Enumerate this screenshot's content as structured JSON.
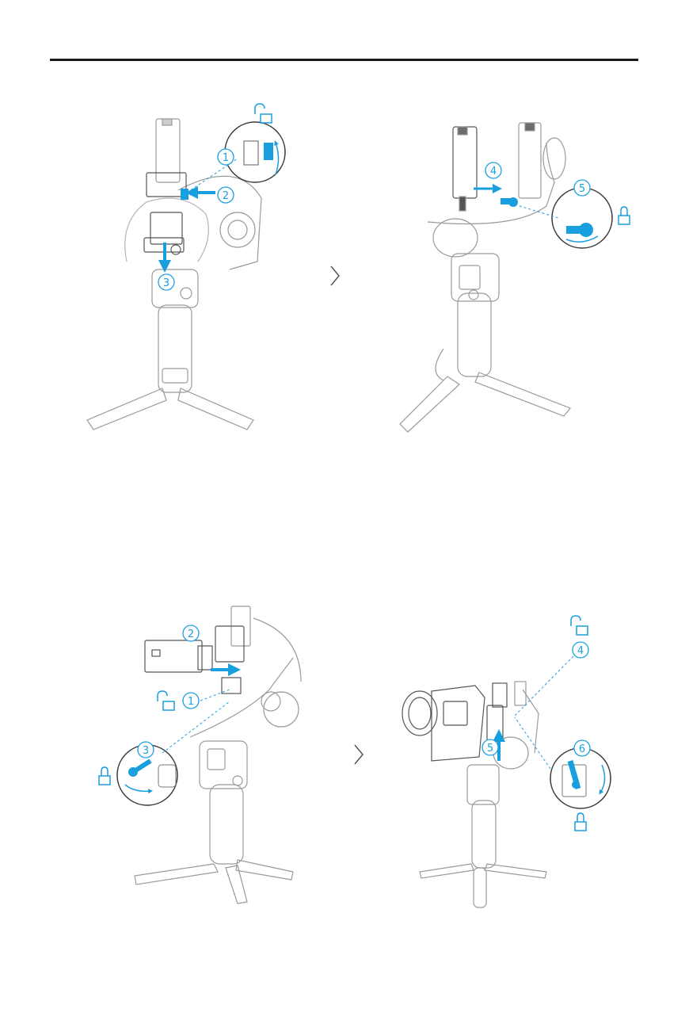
{
  "colors": {
    "accent": "#1a9fde",
    "line": "#9a9a9a",
    "dark": "#3a3a3a",
    "rule": "#1a1a1a"
  },
  "panels": [
    {
      "id": "top-left",
      "steps": [
        "1",
        "2",
        "3"
      ],
      "icons": [
        "unlock-icon"
      ]
    },
    {
      "id": "top-right",
      "steps": [
        "4",
        "5"
      ],
      "icons": [
        "lock-icon"
      ]
    },
    {
      "id": "bottom-left",
      "steps": [
        "1",
        "2",
        "3"
      ],
      "icons": [
        "unlock-icon",
        "lock-icon"
      ]
    },
    {
      "id": "bottom-right",
      "steps": [
        "4",
        "5",
        "6"
      ],
      "icons": [
        "unlock-icon",
        "lock-icon"
      ]
    }
  ],
  "arrows": [
    "chevron-right-icon",
    "chevron-right-icon"
  ]
}
